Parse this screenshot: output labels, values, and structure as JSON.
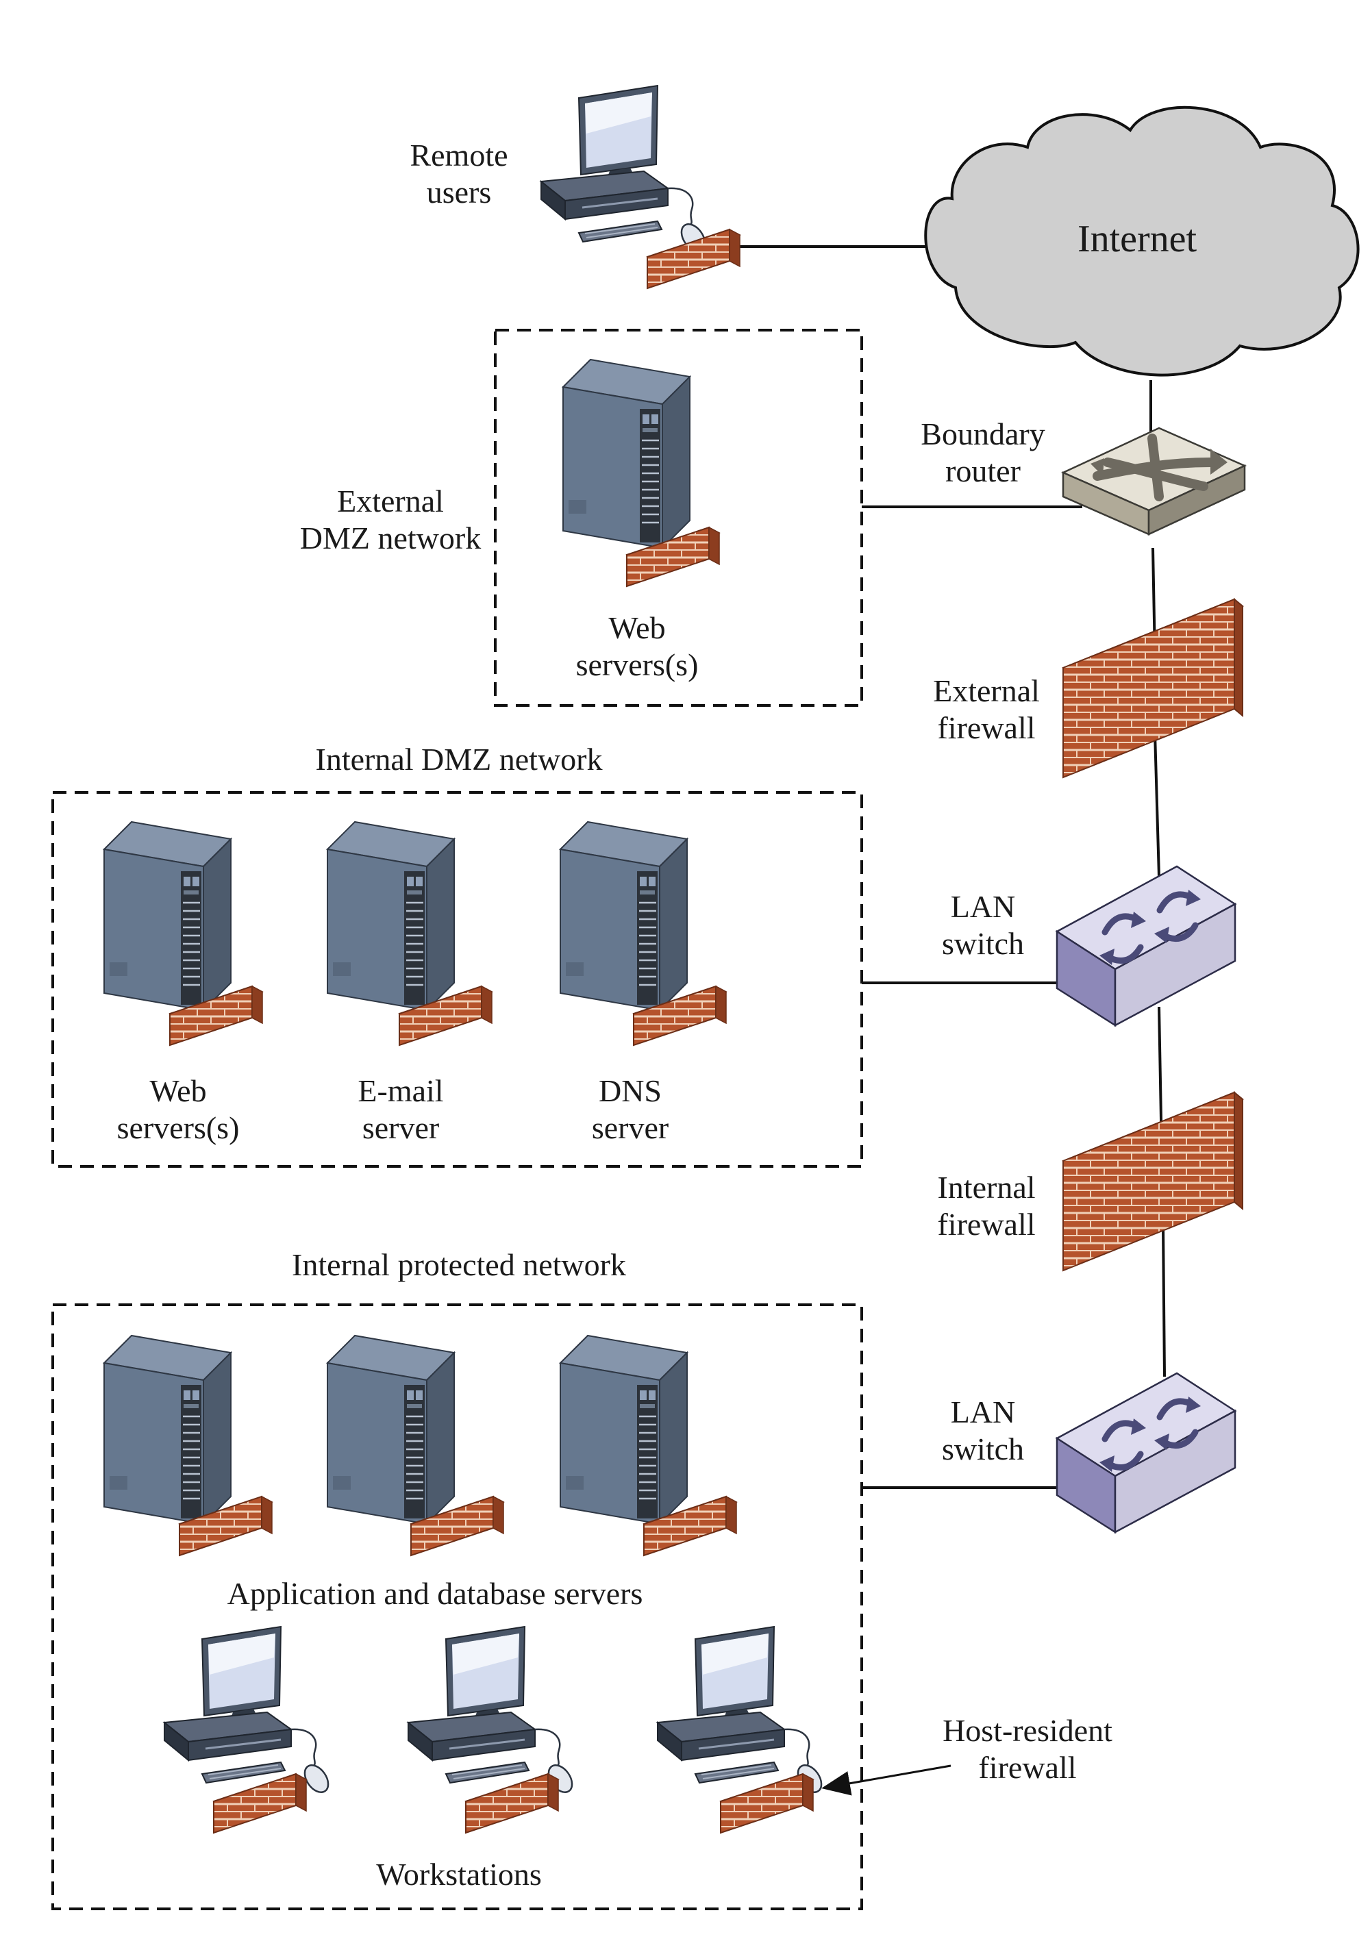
{
  "labels": {
    "remote_users": [
      "Remote",
      "users"
    ],
    "internet": "Internet",
    "boundary_router": [
      "Boundary",
      "router"
    ],
    "external_dmz": [
      "External",
      "DMZ network"
    ],
    "web_servers_ext": [
      "Web",
      "servers(s)"
    ],
    "external_firewall": [
      "External",
      "firewall"
    ],
    "internal_dmz": "Internal DMZ network",
    "web_servers_int": [
      "Web",
      "servers(s)"
    ],
    "email_server": [
      "E-mail",
      "server"
    ],
    "dns_server": [
      "DNS",
      "server"
    ],
    "lan_switch_1": [
      "LAN",
      "switch"
    ],
    "internal_firewall": [
      "Internal",
      "firewall"
    ],
    "internal_protected": "Internal protected network",
    "lan_switch_2": [
      "LAN",
      "switch"
    ],
    "app_db_servers": "Application and database servers",
    "host_resident_firewall": [
      "Host-resident",
      "firewall"
    ],
    "workstations": "Workstations"
  },
  "icons": {
    "server": "server-tower-icon",
    "workstation": "desktop-computer-icon",
    "firewall": "brick-firewall-icon",
    "router": "router-icon",
    "switch": "lan-switch-icon",
    "cloud": "internet-cloud-icon"
  },
  "colors": {
    "brick": "#b5532c",
    "server_body": "#66788f",
    "switch_body": "#c9c8df",
    "router_body": "#c8c2b3",
    "cloud_fill": "#cfcfcf"
  }
}
